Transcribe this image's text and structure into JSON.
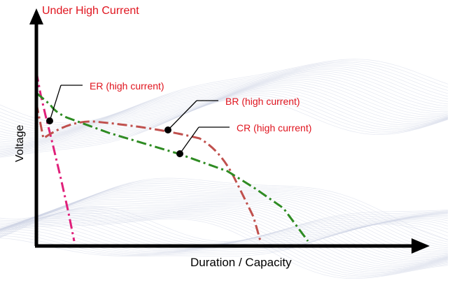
{
  "diagram": {
    "title": "Under High Current",
    "xlabel": "Duration / Capacity",
    "ylabel": "Voltage",
    "colors": {
      "title": "#e0141e",
      "axis": "#000000",
      "er": "#e0207a",
      "br": "#c0504d",
      "cr": "#2e8b22",
      "annotation_text": "#e0141e",
      "background_waves": "#cfd6e6"
    },
    "curves": [
      {
        "id": "er",
        "label": "ER (high current)"
      },
      {
        "id": "br",
        "label": "BR (high current)"
      },
      {
        "id": "cr",
        "label": "CR (high current)"
      }
    ]
  }
}
